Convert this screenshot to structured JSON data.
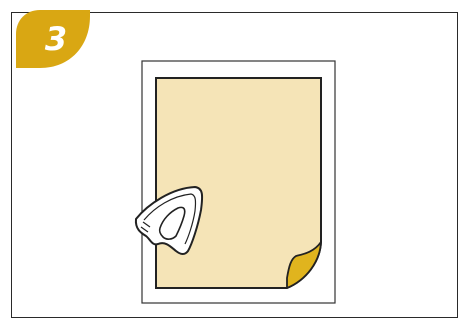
{
  "step": {
    "number": "3",
    "badge_color": "#d9a713"
  },
  "colors": {
    "fabric": "#f5e4b7",
    "sheet_outline": "#222222",
    "backing_sheet": "#ffffff",
    "peeled_corner": "#e0b41e",
    "iron": "#ffffff"
  },
  "icons": {
    "iron": "iron-icon",
    "sheet": "transfer-sheet",
    "corner": "peeled-corner"
  }
}
